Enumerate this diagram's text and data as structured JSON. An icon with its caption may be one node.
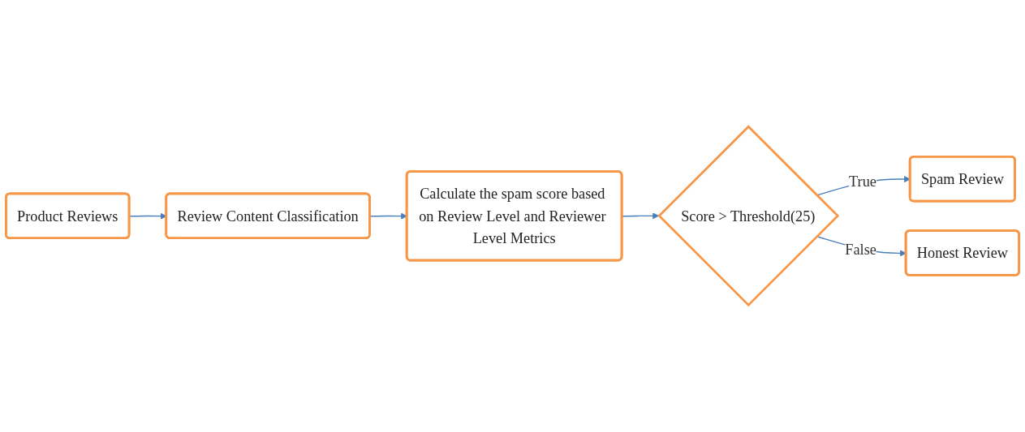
{
  "diagram": {
    "nodes": [
      {
        "text": [
          "Product Reviews"
        ]
      },
      {
        "text": [
          "Review Content Classification"
        ]
      },
      {
        "text": [
          "Calculate the spam score based on Review Level and Reviewer Level Metrics"
        ]
      },
      {
        "text": [
          "Score > Threshold(25)"
        ]
      },
      {
        "text": [
          "Spam Review"
        ]
      },
      {
        "text": [
          "Honest Review"
        ]
      }
    ],
    "edges": [
      {
        "from": 0,
        "to": 1,
        "arrow": "to"
      },
      {
        "from": 1,
        "to": 2,
        "arrow": "to"
      },
      {
        "from": 2,
        "to": 3,
        "arrow": "to"
      },
      {
        "from": 3,
        "to": 4,
        "arrow": "to",
        "label": "True"
      },
      {
        "from": 3,
        "to": 5,
        "arrow": "to",
        "label": "False"
      }
    ]
  }
}
